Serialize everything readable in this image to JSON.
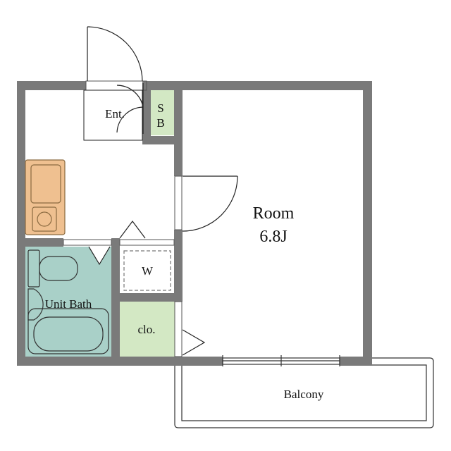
{
  "floor_plan": {
    "rooms": {
      "main_room": {
        "name": "Room",
        "size": "6.8J"
      },
      "entrance": {
        "name": "Ent."
      },
      "shoe_box": {
        "line1": "S",
        "line2": "B"
      },
      "washer_space": {
        "name": "W"
      },
      "unit_bath": {
        "name": "Unit Bath"
      },
      "closet": {
        "name": "clo."
      },
      "balcony": {
        "name": "Balcony"
      }
    },
    "colors": {
      "wall": "#7a7a7a",
      "kitchen": "#efc090",
      "bath": "#a9d0c8",
      "storage": "#d3e8c4"
    }
  }
}
